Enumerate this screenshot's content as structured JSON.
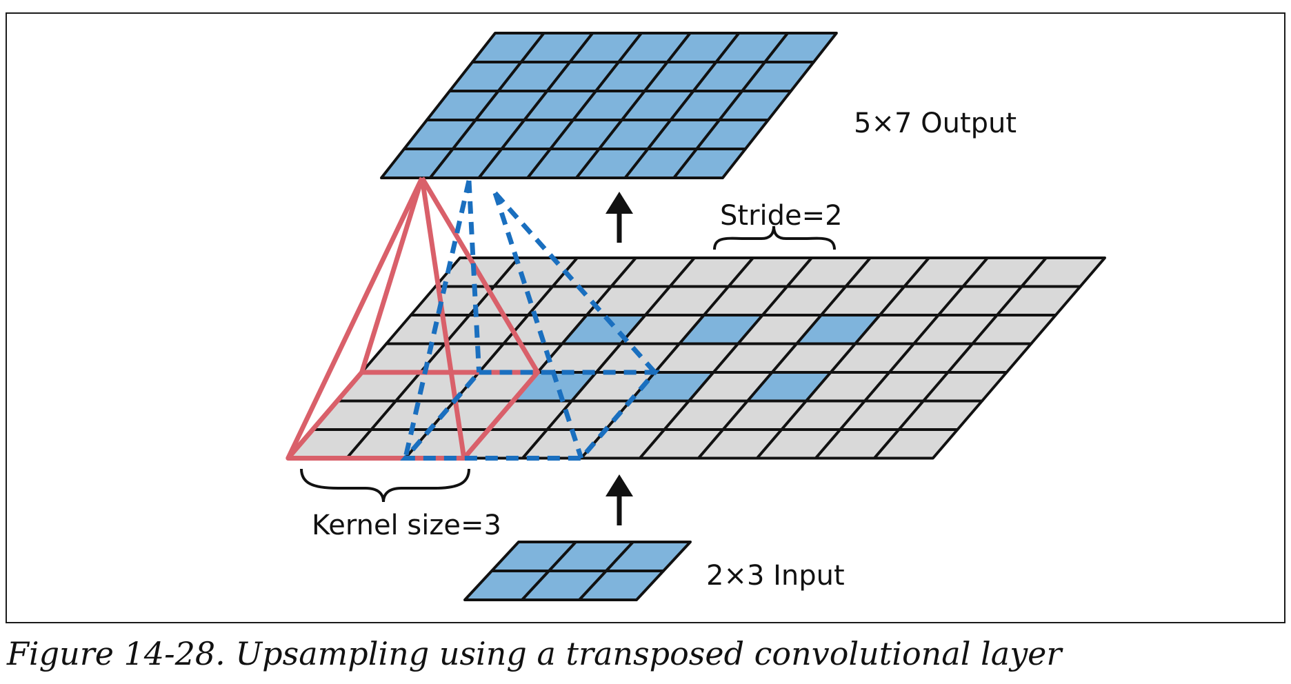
{
  "labels": {
    "output": "5×7 Output",
    "stride": "Stride=2",
    "kernel": "Kernel size=3",
    "input": "2×3 Input"
  },
  "caption": "Figure 14-28. Upsampling using a transposed convolutional layer",
  "colors": {
    "blue_cell": "#7fb4dc",
    "gray_cell": "#d9d9d9",
    "grid_line": "#111111",
    "kernel_red": "#d9606a",
    "kernel_blue": "#1a6fbf"
  },
  "grids": {
    "output": {
      "rows": 5,
      "cols": 7
    },
    "intermediate": {
      "rows": 7,
      "cols": 11
    },
    "input": {
      "rows": 2,
      "cols": 3
    }
  }
}
